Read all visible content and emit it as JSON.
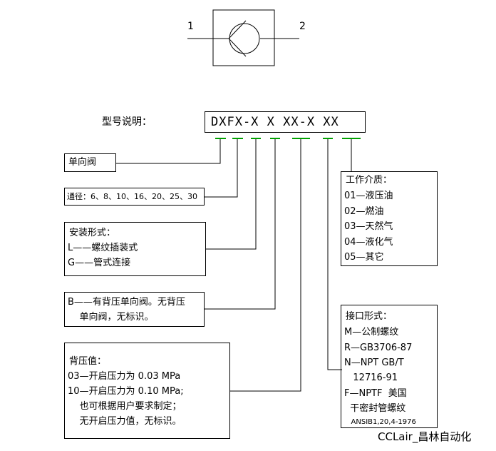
{
  "symbol": {
    "port_in": "1",
    "port_out": "2"
  },
  "model_label": "型号说明：",
  "model_code": "DXFX-X X XX-X XX",
  "boxes": {
    "check_valve": "单向阀",
    "diameter": "通径：6、8、10、16、20、25、30",
    "mounting": {
      "title": "安装形式：",
      "lines": [
        "L——螺纹插装式",
        "G——管式连接"
      ]
    },
    "back_pressure_type": {
      "lines": [
        "B——有背压单向阀。无背压",
        "    单向阀，无标识。"
      ]
    },
    "back_pressure_value": {
      "title": "背压值：",
      "lines": [
        "03—开启压力为 0.03 MPa",
        "10—开启压力为 0.10 MPa;",
        "    也可根据用户要求制定；",
        "    无开启压力值，无标识。"
      ]
    },
    "medium": {
      "title": "工作介质：",
      "lines": [
        "01—液压油",
        "02—燃油",
        "03—天然气",
        "04—液化气",
        "05—其它"
      ]
    },
    "port_type": {
      "title": "接口形式：",
      "lines": [
        "M—公制螺纹",
        "R—GB3706-87",
        "N—NPT GB/T",
        "   12716-91",
        "F—NPTF  美国",
        "  干密封管螺纹",
        "   ANSIB1,20,4-1976"
      ]
    }
  },
  "watermark": "CCLair_昌林自动化",
  "colors": {
    "line": "#000000",
    "marker": "#00a000"
  }
}
